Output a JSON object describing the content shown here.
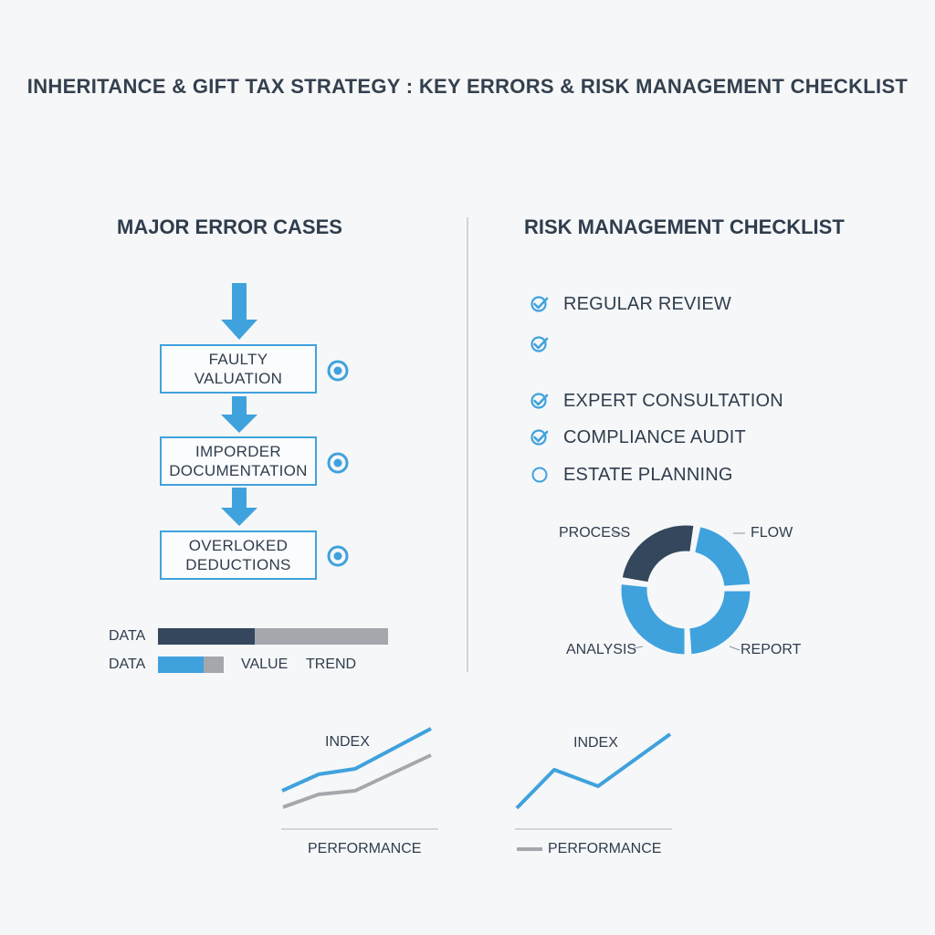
{
  "title": "INHERITANCE & GIFT TAX STRATEGY : KEY ERRORS & RISK MANAGEMENT CHECKLIST",
  "left_section": {
    "heading": "MAJOR ERROR CASES",
    "flow_steps": [
      {
        "line1": "FAULTY",
        "line2": "VALUATION"
      },
      {
        "line1": "IMPORDER",
        "line2": "DOCUMENTATION"
      },
      {
        "line1": "OVERLOKED",
        "line2": "DEDUCTIONS"
      }
    ],
    "bars": [
      {
        "label": "DATA",
        "fill_fraction": 0.42,
        "fill_color": "#34475c",
        "track_color": "#a4a8ad"
      },
      {
        "label": "DATA",
        "fill_fraction": 0.7,
        "fill_color": "#3fa2dd",
        "track_color": "#a4a8ad"
      }
    ],
    "bar_legend": [
      "VALUE",
      "TREND"
    ]
  },
  "right_section": {
    "heading": "RISK MANAGEMENT CHECKLIST",
    "checklist": [
      {
        "text": "REGULAR REVIEW",
        "checked": true
      },
      {
        "text": "",
        "checked": true
      },
      {
        "text": "EXPERT CONSULTATION",
        "checked": true
      },
      {
        "text": "COMPLIANCE AUDIT",
        "checked": true
      },
      {
        "text": "ESTATE PLANNING",
        "checked": false
      }
    ],
    "cycle": {
      "labels": [
        "PROCESS",
        "FLOW",
        "REPORT",
        "ANALYSIS"
      ],
      "colors": {
        "dark": "#34475c",
        "blue": "#3fa2dd"
      }
    }
  },
  "bottom_charts": [
    {
      "label": "INDEX",
      "footer": "PERFORMANCE"
    },
    {
      "label": "INDEX",
      "footer": "PERFORMANCE"
    }
  ],
  "colors": {
    "accent": "#3fa2dd",
    "dark": "#34475c",
    "gray": "#a4a8ad",
    "text": "#2f3d4d"
  }
}
